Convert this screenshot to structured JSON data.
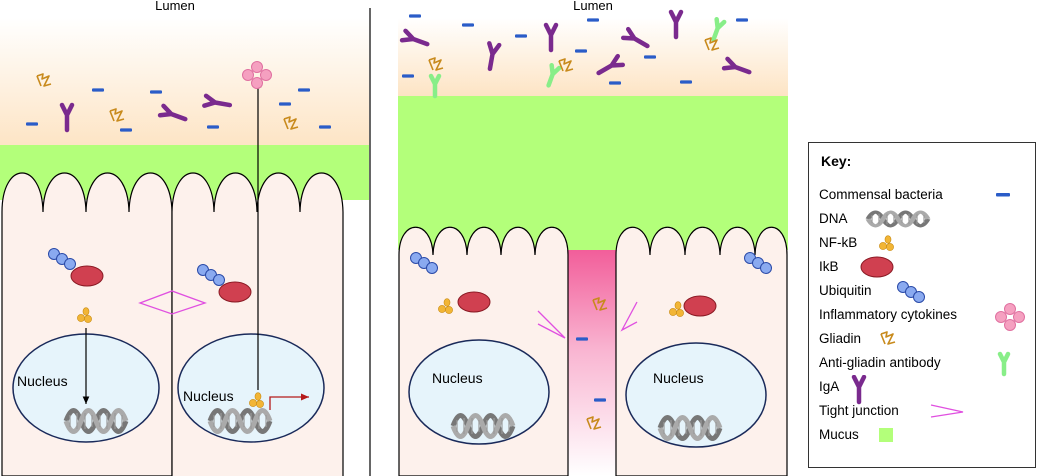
{
  "panels": {
    "left": {
      "lumen_label": "Lumen",
      "nucleus_labels": [
        "Nucleus",
        "Nucleus"
      ]
    },
    "right": {
      "lumen_label": "Lumen",
      "nucleus_labels": [
        "Nucleus",
        "Nucleus"
      ]
    }
  },
  "key": {
    "title": "Key:",
    "items": [
      {
        "label": "Commensal bacteria",
        "icon": "bacteria-icon"
      },
      {
        "label": "DNA",
        "icon": "dna-icon"
      },
      {
        "label": "NF-kB",
        "icon": "nfkb-icon"
      },
      {
        "label": "IkB",
        "icon": "ikb-icon"
      },
      {
        "label": "Ubiquitin",
        "icon": "ubiquitin-icon"
      },
      {
        "label": "Inflammatory cytokines",
        "icon": "cytokines-icon"
      },
      {
        "label": "Gliadin",
        "icon": "gliadin-icon"
      },
      {
        "label": "Anti-gliadin antibody",
        "icon": "antibody-icon"
      },
      {
        "label": "IgA",
        "icon": "iga-icon"
      },
      {
        "label": "Tight junction",
        "icon": "tight-junction-icon"
      },
      {
        "label": "Mucus",
        "icon": "mucus-icon"
      }
    ]
  },
  "colors": {
    "mucus": "#b3ff7a",
    "bacteria": "#2a5cc8",
    "nfkb": "#f2b535",
    "ikb": "#d04050",
    "ubiquitin": "#8aaaf0",
    "cytokine": "#f5a0c0",
    "gliadin": "#c88a1c",
    "antibody": "#88ee88",
    "iga": "#7a2a8e",
    "tight_junction": "#e050e0",
    "nucleus": "#e6f4fb",
    "cell": "#fdf1ec"
  }
}
